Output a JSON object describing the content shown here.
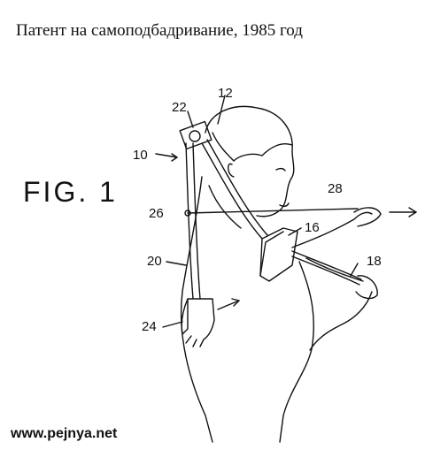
{
  "caption": "Патент на самоподбадривание, 1985 год",
  "figure": {
    "title": "FIG. 1",
    "labels": {
      "l10": "10",
      "l12": "12",
      "l16": "16",
      "l18": "18",
      "l20": "20",
      "l22": "22",
      "l24": "24",
      "l26": "26",
      "l28": "28"
    }
  },
  "footer": "www.pejnya.net"
}
